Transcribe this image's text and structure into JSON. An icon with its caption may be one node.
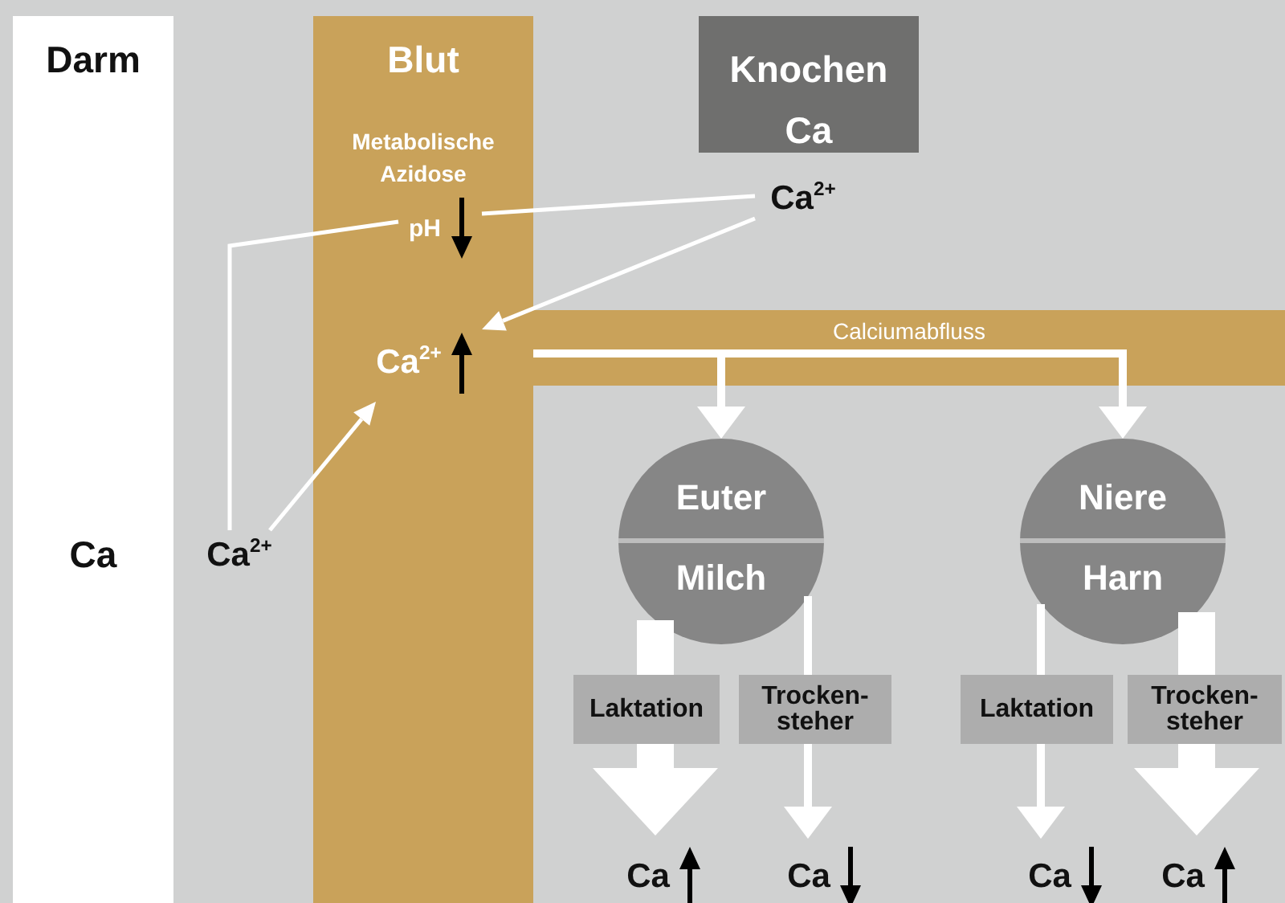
{
  "diagram": {
    "nodes": [
      {
        "text": [
          "Darm",
          "Ca"
        ]
      },
      {
        "text": [
          "Blut"
        ]
      },
      {
        "text": [
          "pH"
        ],
        "in": 1
      },
      {
        "text": [
          "Ca$^{2+}$"
        ],
        "in": 1
      },
      {
        "text": [
          "Knochen",
          "Ca"
        ]
      },
      {
        "text": [
          "Ca$^{2+}$"
        ]
      },
      {
        "text": [
          "Ca$^{2+}$"
        ]
      },
      {
        "text": [
          "Calciumabfluss"
        ]
      },
      {
        "text": [
          "Euter",
          "Milch"
        ]
      },
      {
        "text": [
          "Niere",
          "Harn"
        ]
      },
      {
        "text": [
          "Ca"
        ]
      },
      {
        "text": [
          "Ca"
        ]
      },
      {
        "text": [
          "Ca"
        ]
      },
      {
        "text": [
          "Ca"
        ]
      }
    ],
    "edges": [
      {
        "from": 6,
        "to": 3,
        "arrow": "to"
      },
      {
        "from": 6,
        "to": 2,
        "arrow": "none"
      },
      {
        "from": 5,
        "to": 2,
        "arrow": "none"
      },
      {
        "from": 5,
        "to": 3,
        "arrow": "to"
      },
      {
        "from": 7,
        "to": 8,
        "arrow": "to"
      },
      {
        "from": 7,
        "to": 9,
        "arrow": "to"
      },
      {
        "from": 8,
        "to": 10,
        "arrow": "to",
        "label": "Laktation",
        "style": "thick"
      },
      {
        "from": 8,
        "to": 11,
        "arrow": "to",
        "label": "Trocken- steher"
      },
      {
        "from": 9,
        "to": 12,
        "arrow": "to",
        "label": "Laktation"
      },
      {
        "from": 9,
        "to": 13,
        "arrow": "to",
        "label": "Trocken- steher",
        "style": "thick"
      }
    ],
    "labels": [
      "Metabolische Azidose"
    ]
  }
}
